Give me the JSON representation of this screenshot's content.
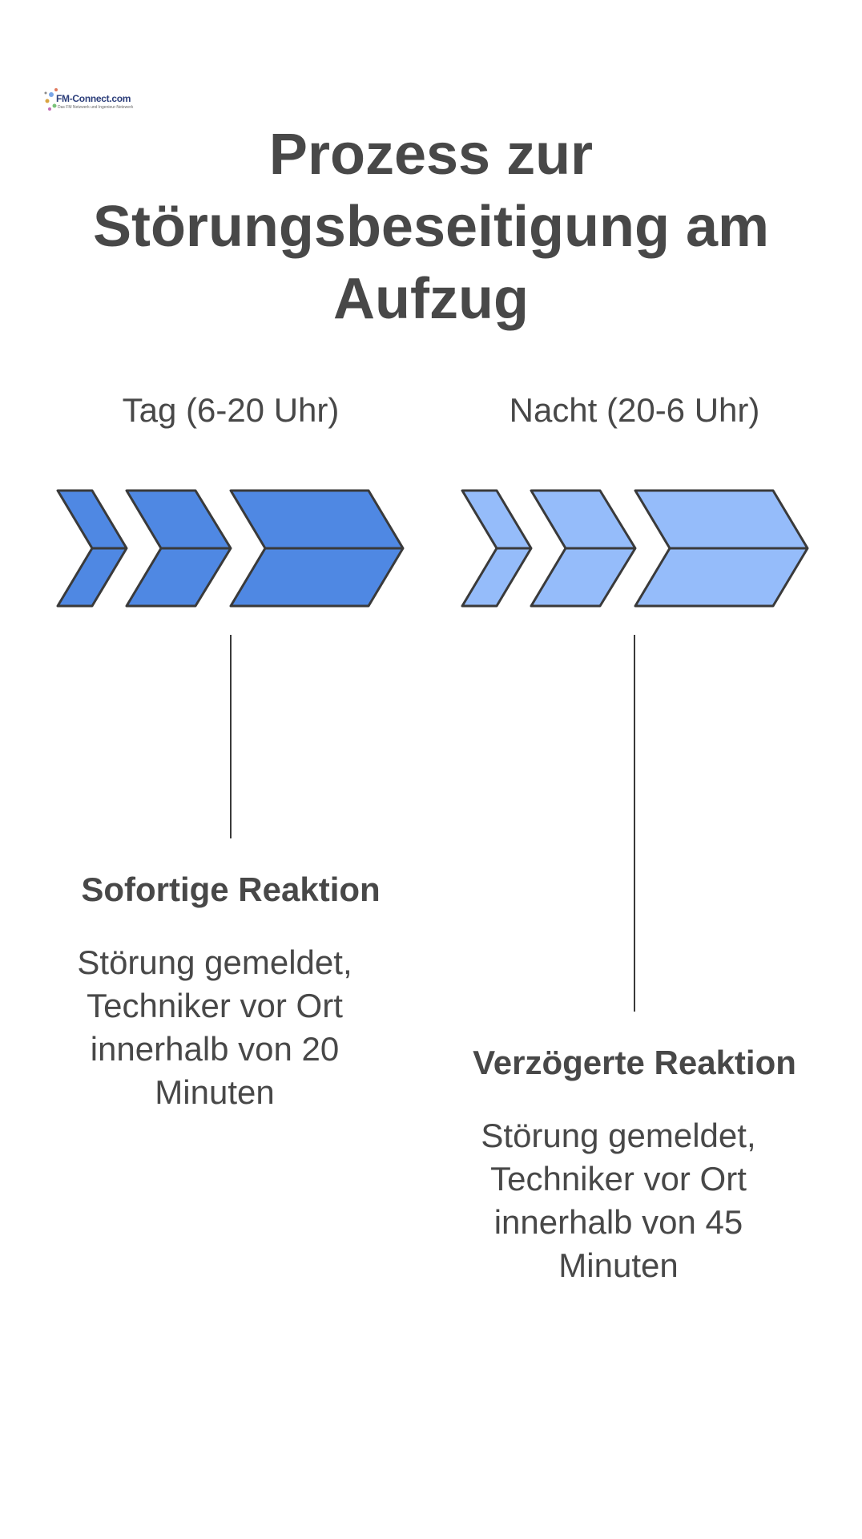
{
  "logo": {
    "text": "FM-Connect.com",
    "tagline": "Das FM Netzwerk und Ingenieur-Netzwerk"
  },
  "title": "Prozess zur Störungsbeseitigung am Aufzug",
  "phases": [
    {
      "label": "Tag (6-20 Uhr)",
      "color": "#4f88e3",
      "result_title": "Sofortige Reaktion",
      "result_text": "Störung gemeldet, Techniker vor Ort innerhalb von 20 Minuten"
    },
    {
      "label": "Nacht (20-6 Uhr)",
      "color": "#95bcfa",
      "result_title": "Verzögerte Reaktion",
      "result_text": "Störung gemeldet, Techniker vor Ort innerhalb von 45 Minuten"
    }
  ],
  "colors": {
    "text": "#484848",
    "outline": "#3a3a3a"
  }
}
